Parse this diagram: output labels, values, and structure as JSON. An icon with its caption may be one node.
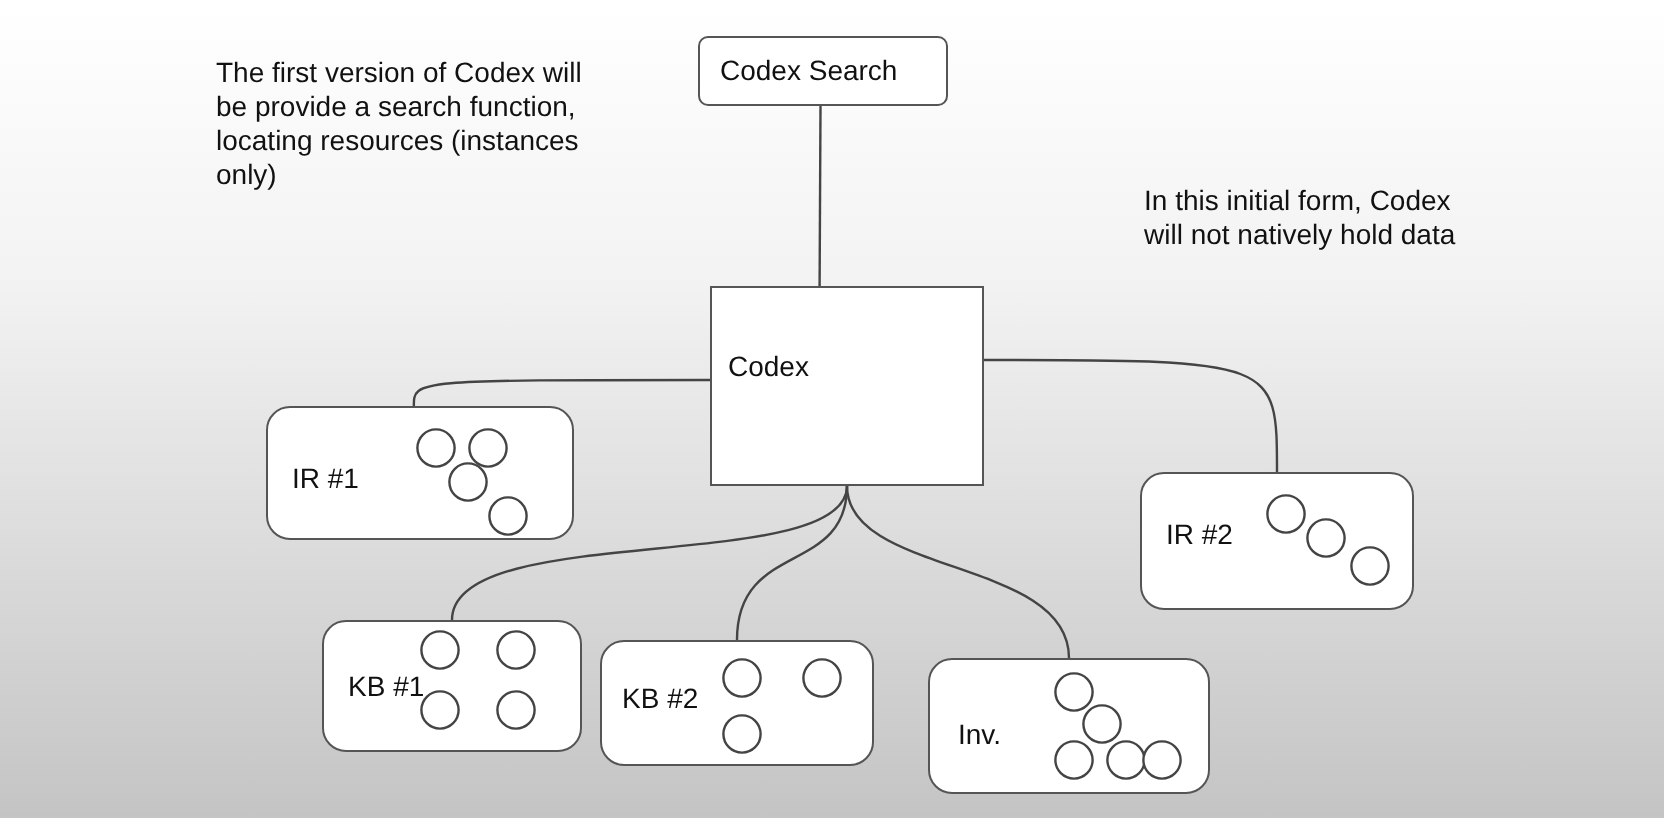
{
  "diagram": {
    "nodes": [
      {
        "text": [
          "Codex Search"
        ]
      },
      {
        "text": [
          "Codex"
        ]
      },
      {
        "text": [
          "IR #1"
        ]
      },
      {
        "text": [
          "IR #2"
        ]
      },
      {
        "text": [
          "KB #1"
        ]
      },
      {
        "text": [
          "KB #2"
        ]
      },
      {
        "text": [
          "Inv."
        ]
      }
    ],
    "edges": [
      {
        "from": 0,
        "to": 1,
        "arrow": "none"
      },
      {
        "from": 1,
        "to": 2,
        "arrow": "none"
      },
      {
        "from": 1,
        "to": 3,
        "arrow": "none"
      },
      {
        "from": 1,
        "to": 4,
        "arrow": "none"
      },
      {
        "from": 1,
        "to": 5,
        "arrow": "none"
      },
      {
        "from": 1,
        "to": 6,
        "arrow": "none"
      }
    ],
    "labels": [
      "The first version of Codex will be provide a search function, locating resources (instances only)",
      "In this initial form, Codex will not natively hold data"
    ]
  }
}
